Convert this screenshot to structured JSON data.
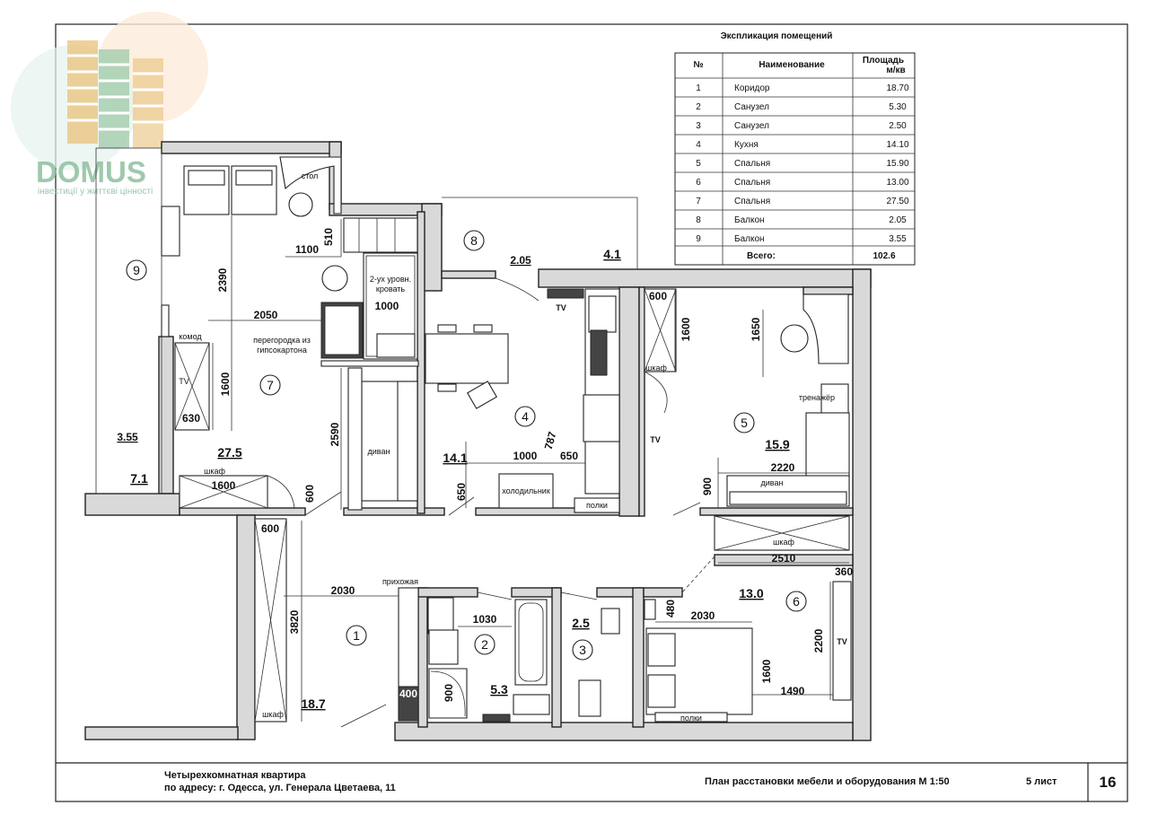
{
  "logo": {
    "brand": "DOMUS",
    "tagline": "інвестиції у життєві цінності"
  },
  "explication": {
    "title": "Экспликация помещений",
    "headers": {
      "num": "№",
      "name": "Наименование",
      "area_line1": "Площадь",
      "area_line2": "м/кв"
    },
    "rows": [
      {
        "num": "1",
        "name": "Коридор",
        "area": "18.70"
      },
      {
        "num": "2",
        "name": "Санузел",
        "area": "5.30"
      },
      {
        "num": "3",
        "name": "Санузел",
        "area": "2.50"
      },
      {
        "num": "4",
        "name": "Кухня",
        "area": "14.10"
      },
      {
        "num": "5",
        "name": "Спальня",
        "area": "15.90"
      },
      {
        "num": "6",
        "name": "Спальня",
        "area": "13.00"
      },
      {
        "num": "7",
        "name": "Спальня",
        "area": "27.50"
      },
      {
        "num": "8",
        "name": "Балкон",
        "area": "2.05"
      },
      {
        "num": "9",
        "name": "Балкон",
        "area": "3.55"
      }
    ],
    "total_label": "Всего:",
    "total_value": "102.6"
  },
  "plan": {
    "room_numbers": [
      "1",
      "2",
      "3",
      "4",
      "5",
      "6",
      "7",
      "8",
      "9"
    ],
    "areas": {
      "r1": "18.7",
      "r2": "5.3",
      "r3": "2.5",
      "r4": "14.1",
      "r5": "15.9",
      "r6": "13.0",
      "r7": "27.5",
      "balcony8": "2.05",
      "b8side": "4.1",
      "b9": "3.55",
      "b9side": "7.1"
    },
    "dimensions": {
      "d1100": "1100",
      "d510": "510",
      "d2390": "2390",
      "d2050": "2050",
      "d1600a": "1600",
      "d630": "630",
      "d2590": "2590",
      "d1600b": "1600",
      "d600a": "600",
      "d1000a": "1000",
      "d1000b": "1000",
      "d787": "787",
      "d650a": "650",
      "d650b": "650",
      "d600b": "600",
      "d1600c": "1600",
      "d1650": "1650",
      "d2220": "2220",
      "d900a": "900",
      "d2510": "2510",
      "d360": "360",
      "d2200": "2200",
      "d480": "480",
      "d2030a": "2030",
      "d1600d": "1600",
      "d1490": "1490",
      "d600c": "600",
      "d3820": "3820",
      "d2030b": "2030",
      "d1030": "1030",
      "d900b": "900",
      "d400": "400"
    },
    "labels": {
      "table": "стол",
      "bunk_line1": "2-ух уровн.",
      "bunk_line2": "кровать",
      "dresser": "комод",
      "tv": "TV",
      "partition_line1": "перегородка из",
      "partition_line2": "гипсокартона",
      "sofa": "диван",
      "wardrobe": "шкаф",
      "fridge": "холодильник",
      "shelves": "полки",
      "trainer": "тренажёр",
      "hallway": "прихожая"
    }
  },
  "footer": {
    "line1": "Четырехкомнатная квартира",
    "line2": "по адресу: г. Одесса, ул. Генерала Цветаева, 11",
    "plan_title": "План расстановки мебели и оборудования М 1:50",
    "sheet_label": "5 лист",
    "sheet_number": "16"
  }
}
